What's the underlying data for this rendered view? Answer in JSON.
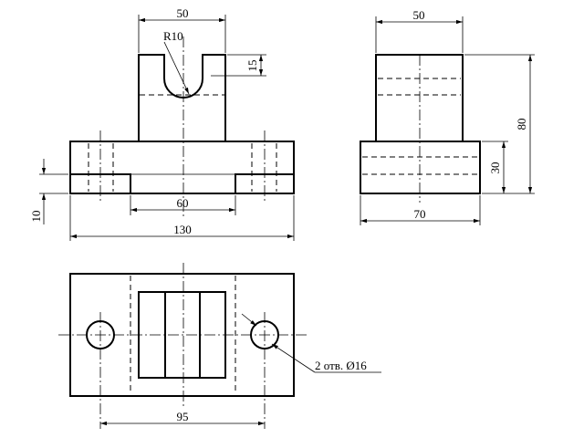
{
  "views": {
    "front": {
      "dim_top_width": "50",
      "dim_radius": "R10",
      "dim_slot_depth": "15",
      "dim_step": "10",
      "dim_channel_width": "60",
      "dim_total_width": "130"
    },
    "side": {
      "dim_top_width": "50",
      "dim_total_height": "80",
      "dim_base_height": "30",
      "dim_base_width": "70"
    },
    "plan": {
      "dim_hole_spacing": "95",
      "hole_note": "2 отв. Ø16"
    }
  }
}
